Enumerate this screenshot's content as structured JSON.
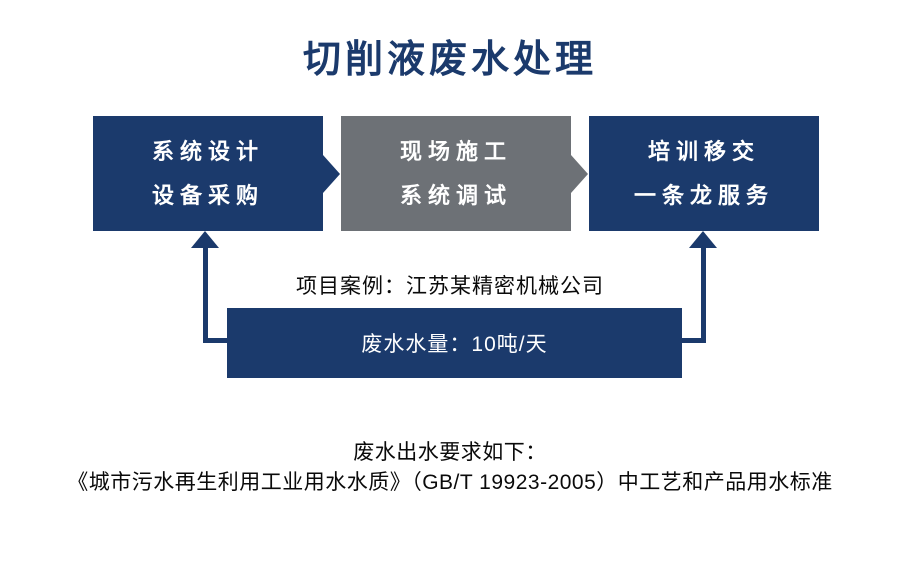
{
  "title": "切削液废水处理",
  "colors": {
    "navy": "#1b3a6c",
    "gray": "#6d7176",
    "box_text": "#ffffff",
    "body_text": "#0a0a0a"
  },
  "flow": {
    "steps": [
      {
        "id": "design-procurement",
        "line1": "系统设计",
        "line2": "设备采购",
        "color": "navy"
      },
      {
        "id": "construction-debug",
        "line1": "现场施工",
        "line2": "系统调试",
        "color": "gray"
      },
      {
        "id": "training-handover",
        "line1": "培训移交",
        "line2": "一条龙服务",
        "color": "navy"
      }
    ],
    "arrow_icons": [
      "right-chevron",
      "right-chevron"
    ],
    "feedback_arrows": [
      "up-arrow-to-step-1",
      "up-arrow-to-step-3"
    ]
  },
  "case": {
    "label": "项目案例：江苏某精密机械公司"
  },
  "volume_box": {
    "label": "废水水量：10吨/天"
  },
  "requirements": {
    "line1": "废水出水要求如下：",
    "line2": "《城市污水再生利用工业用水水质》（GB/T 19923-2005）中工艺和产品用水标准"
  }
}
